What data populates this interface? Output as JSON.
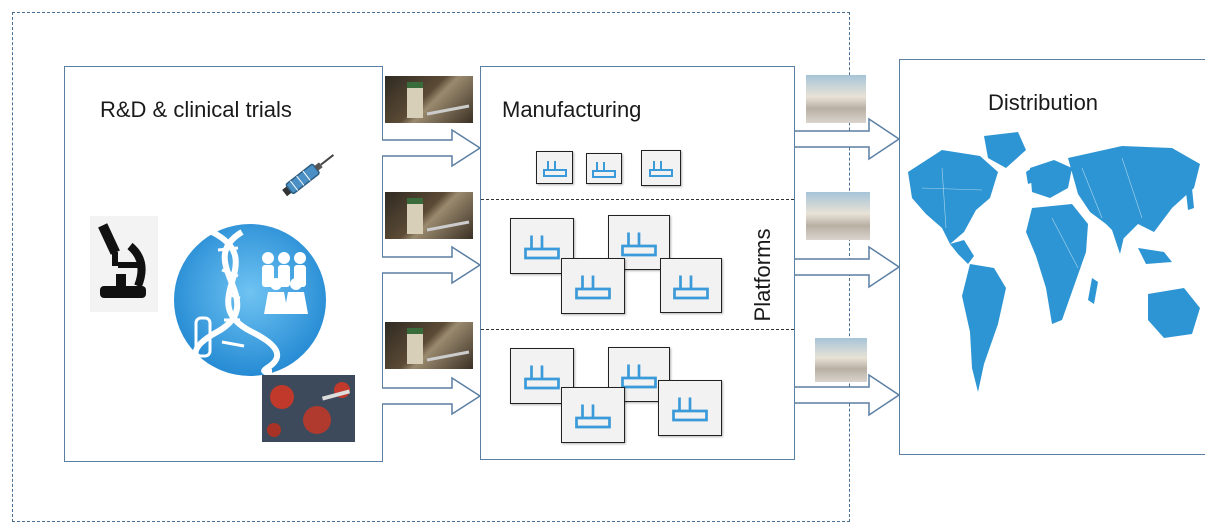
{
  "sections": {
    "rd_title": "R&D & clinical trials",
    "manufacturing_title": "Manufacturing",
    "distribution_title": "Distribution",
    "platforms_label": "Platforms"
  },
  "icons": {
    "microscope": "microscope-icon",
    "syringe": "syringe-icon",
    "dna_people": "dna-people-icon",
    "factory": "factory-icon",
    "world_map": "world-map",
    "arrow": "arrow-right"
  },
  "colors": {
    "box_border": "#5b7fa3",
    "icon_blue": "#3b9ad9",
    "map_blue": "#2d95d3",
    "dashed_frame": "#4a6f92"
  }
}
